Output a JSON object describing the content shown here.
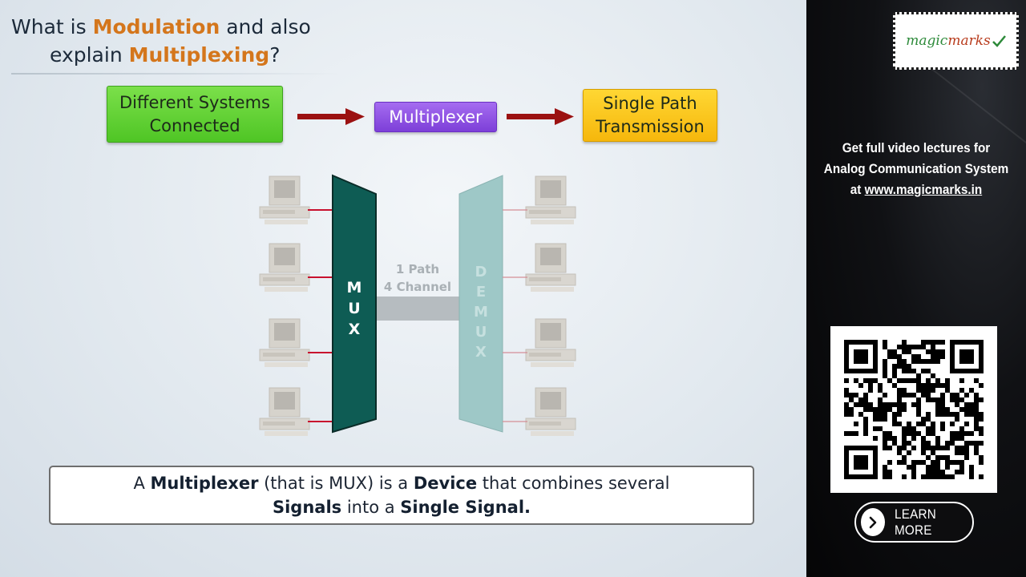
{
  "slide": {
    "title": {
      "line1": [
        {
          "text": "What is ",
          "accent": false
        },
        {
          "text": "Modulation",
          "accent": true
        },
        {
          "text": " and also",
          "accent": false
        }
      ],
      "line2": [
        {
          "text": "explain ",
          "accent": false
        },
        {
          "text": "Multiplexing",
          "accent": true
        },
        {
          "text": "?",
          "accent": false
        }
      ]
    },
    "flow": {
      "box1": {
        "line1": "Different Systems",
        "line2": "Connected"
      },
      "box2": {
        "label": "Multiplexer"
      },
      "box3": {
        "line1": "Single Path",
        "line2": "Transmission"
      }
    },
    "diagram": {
      "mux_label": "MUX",
      "demux_label": "DEMUX",
      "link_line1": "1 Path",
      "link_line2": "4 Channel",
      "computers_per_side": 4
    },
    "caption": {
      "line1": [
        {
          "text": "A ",
          "bold": false
        },
        {
          "text": "Multiplexer",
          "bold": true
        },
        {
          "text": " (that is MUX) is a ",
          "bold": false
        },
        {
          "text": "Device",
          "bold": true
        },
        {
          "text": " that combines several",
          "bold": false
        }
      ],
      "line2": [
        {
          "text": "Signals",
          "bold": true
        },
        {
          "text": " into a ",
          "bold": false
        },
        {
          "text": "Single Signal.",
          "bold": true
        }
      ]
    }
  },
  "sidebar": {
    "logo": {
      "part1": "magic",
      "part2": "marks"
    },
    "promo": {
      "line1": "Get full video lectures for",
      "line2": "Analog Communication System",
      "line3_prefix": "at ",
      "line3_link": "www.magicmarks.in"
    },
    "learn_more": "LEARN MORE"
  },
  "colors": {
    "accent": "#d4761c",
    "mux": "#0e5c54",
    "demux": "#9ec8c7",
    "signal_arrow": "#c8102e",
    "flow_arrow": "#9b1111"
  }
}
